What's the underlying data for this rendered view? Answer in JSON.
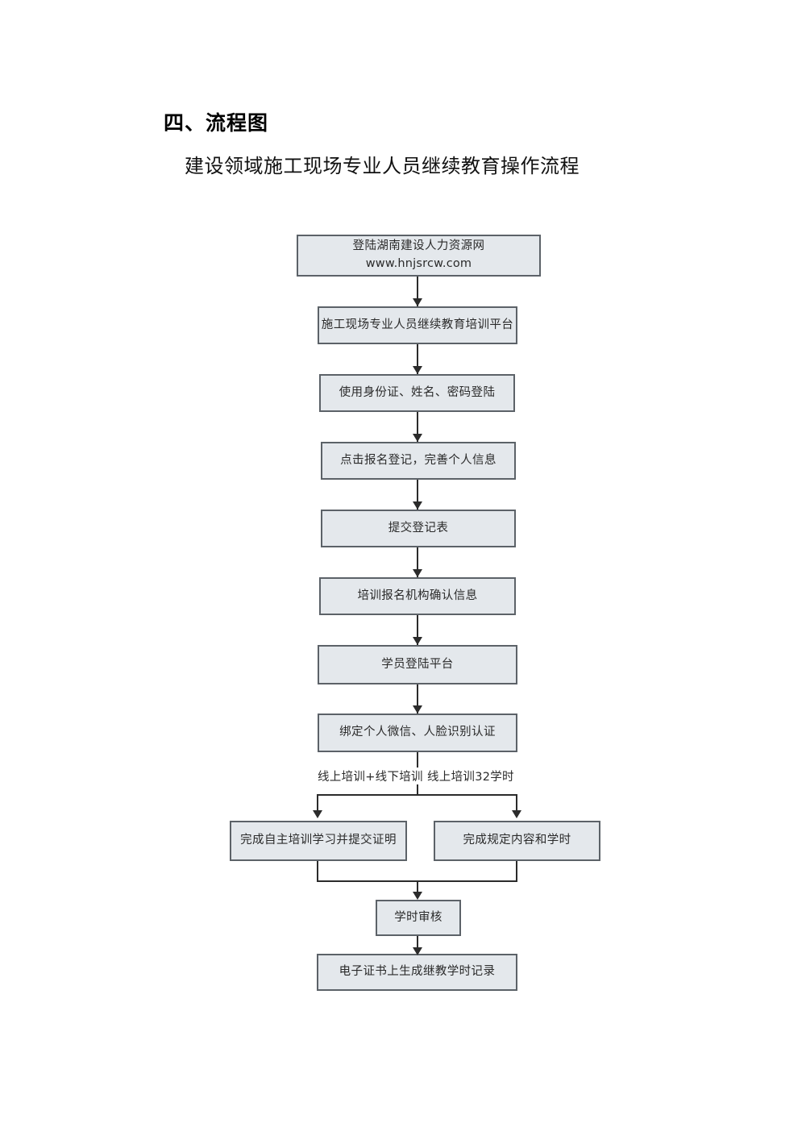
{
  "document": {
    "heading": "四、流程图",
    "subtitle": "建设领域施工现场专业人员继续教育操作流程"
  },
  "flowchart": {
    "type": "flowchart",
    "orientation": "top-to-bottom",
    "node_fill": "#e4e8ec",
    "node_border": "#5c6268",
    "connector_color": "#2b2b2b",
    "nodes": [
      {
        "id": "n1",
        "label_line1": "登陆湖南建设人力资源网",
        "label_line2": "www.hnjsrcw.com"
      },
      {
        "id": "n2",
        "label": "施工现场专业人员继续教育培训平台"
      },
      {
        "id": "n3",
        "label": "使用身份证、姓名、密码登陆"
      },
      {
        "id": "n4",
        "label": "点击报名登记，完善个人信息"
      },
      {
        "id": "n5",
        "label": "提交登记表"
      },
      {
        "id": "n6",
        "label": "培训报名机构确认信息"
      },
      {
        "id": "n7",
        "label": "学员登陆平台"
      },
      {
        "id": "n8",
        "label": "绑定个人微信、人脸识别认证"
      },
      {
        "id": "n9",
        "label": "完成自主培训学习并提交证明"
      },
      {
        "id": "n10",
        "label": "完成规定内容和学时"
      },
      {
        "id": "n11",
        "label": "学时审核"
      },
      {
        "id": "n12",
        "label": "电子证书上生成继教学时记录"
      }
    ],
    "branch_labels": {
      "left": "线上培训+线下培训",
      "right": "线上培训32学时"
    },
    "edges": [
      {
        "from": "n1",
        "to": "n2"
      },
      {
        "from": "n2",
        "to": "n3"
      },
      {
        "from": "n3",
        "to": "n4"
      },
      {
        "from": "n4",
        "to": "n5"
      },
      {
        "from": "n5",
        "to": "n6"
      },
      {
        "from": "n6",
        "to": "n7"
      },
      {
        "from": "n7",
        "to": "n8"
      },
      {
        "from": "n8",
        "to": "n9",
        "label": "线上培训+线下培训"
      },
      {
        "from": "n8",
        "to": "n10",
        "label": "线上培训32学时"
      },
      {
        "from": "n9",
        "to": "n11"
      },
      {
        "from": "n10",
        "to": "n11"
      },
      {
        "from": "n11",
        "to": "n12"
      }
    ]
  }
}
